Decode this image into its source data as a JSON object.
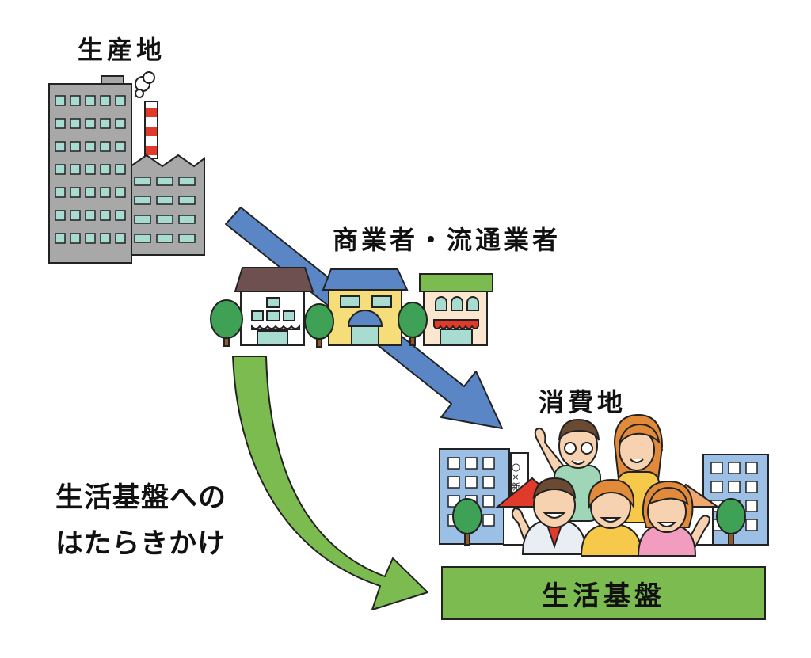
{
  "labels": {
    "producer": "生産地",
    "merchants": "商業者・流通業者",
    "consumer": "消費地",
    "influence_line1": "生活基盤への",
    "influence_line2": "はたらきかけ",
    "base": "生活基盤",
    "newspaper_sign": "〇×新聞"
  },
  "colors": {
    "flow_arrow": "#5a86c6",
    "influence_arrow": "#7cbb4f",
    "base_box": "#7cbb4f",
    "factory_gray": "#a8a8a8",
    "window_teal": "#a8dcd0"
  },
  "icons": [
    "factory-icon",
    "shops-icon",
    "town-people-icon"
  ]
}
